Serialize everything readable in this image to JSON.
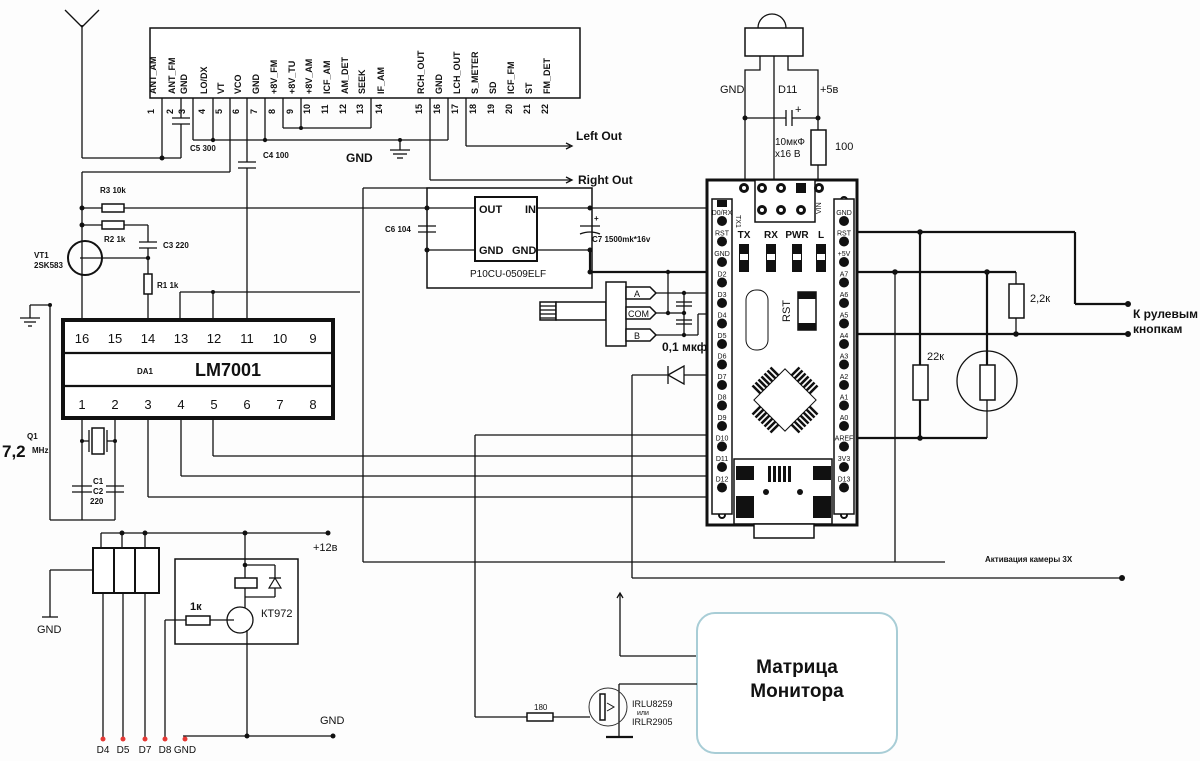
{
  "tuner_module": {
    "pins": [
      {
        "num": "1",
        "name": "ANT_AM"
      },
      {
        "num": "2",
        "name": "ANT_FM"
      },
      {
        "num": "3",
        "name": "GND"
      },
      {
        "num": "4",
        "name": "LO/DX"
      },
      {
        "num": "5",
        "name": "VT"
      },
      {
        "num": "6",
        "name": "VCO"
      },
      {
        "num": "7",
        "name": "GND"
      },
      {
        "num": "8",
        "name": "+8V_FM"
      },
      {
        "num": "9",
        "name": "+8V_TU"
      },
      {
        "num": "10",
        "name": "+8V_AM"
      },
      {
        "num": "11",
        "name": "ICF_AM"
      },
      {
        "num": "12",
        "name": "AM_DET"
      },
      {
        "num": "13",
        "name": "SEEK"
      },
      {
        "num": "14",
        "name": "IF_AM"
      },
      {
        "num": "15",
        "name": "RCH_OUT"
      },
      {
        "num": "16",
        "name": "GND"
      },
      {
        "num": "17",
        "name": "LCH_OUT"
      },
      {
        "num": "18",
        "name": "S_METER"
      },
      {
        "num": "19",
        "name": "SD"
      },
      {
        "num": "20",
        "name": "ICF_FM"
      },
      {
        "num": "21",
        "name": "ST"
      },
      {
        "num": "22",
        "name": "FM_DET"
      }
    ]
  },
  "labels": {
    "c5": "C5 300",
    "c4": "C4 100",
    "gnd_main": "GND",
    "left_out": "Left Out",
    "right_out": "Right Out",
    "r3": "R3 10k",
    "r2": "R2 1k",
    "c3": "C3 220",
    "vt1_a": "VT1",
    "vt1_b": "2SK583",
    "r1": "R1 1k",
    "c6": "C6 104",
    "c7": "C7 1500mk*16v",
    "dcdc_out": "OUT",
    "dcdc_in": "IN",
    "dcdc_gnd1": "GND",
    "dcdc_gnd2": "GND",
    "dcdc_name": "P10CU-0509ELF",
    "ir_gnd": "GND",
    "ir_d11": "D11",
    "ir_5v": "+5в",
    "ir_cap_a": "10мкФ",
    "ir_cap_b": "x16 В",
    "ir_res": "100",
    "enc_a": "A",
    "enc_com": "COM",
    "enc_b": "B",
    "enc_cap": "0,1 мкф",
    "r22k": "22к",
    "r2_2k": "2,2к",
    "steering_a": "К рулевым",
    "steering_b": "кнопкам",
    "camera": "Активация камеры 3Х",
    "q1": "Q1",
    "freq": "7,2",
    "mhz": "MHz",
    "c1": "C1",
    "c2": "C2",
    "c12val": "220",
    "v12": "+12в",
    "relay_gnd": "GND",
    "r1k": "1к",
    "kt972": "КТ972",
    "gnd_bottom": "GND",
    "monitor_a": "Матрица",
    "monitor_b": "Монитора",
    "mosfet_a": "IRLU8259",
    "mosfet_or": "или",
    "mosfet_b": "IRLR2905",
    "r180": "180"
  },
  "lm7001": {
    "name": "LM7001",
    "ref": "DA1",
    "top_pins": [
      "16",
      "15",
      "14",
      "13",
      "12",
      "11",
      "10",
      "9"
    ],
    "bottom_pins": [
      "1",
      "2",
      "3",
      "4",
      "5",
      "6",
      "7",
      "8"
    ]
  },
  "arduino": {
    "left_pins": [
      "D0/RX",
      "RST",
      "GND",
      "D2",
      "D3",
      "D4",
      "D5",
      "D6",
      "D7",
      "D8",
      "D9",
      "D10",
      "D11",
      "D12"
    ],
    "right_pins": [
      "GND",
      "RST",
      "+5V",
      "A7",
      "A6",
      "A5",
      "A4",
      "A3",
      "A2",
      "A1",
      "A0",
      "AREF",
      "3V3",
      "D13"
    ],
    "leds": [
      "TX",
      "RX",
      "PWR",
      "L"
    ],
    "rst": "RST",
    "vin": "VIN",
    "icsp": "TX1"
  },
  "bottom_terminals": [
    "D4",
    "D5",
    "D7",
    "D8",
    "GND"
  ],
  "colors": {
    "wire": "#111111",
    "terminal": "#e53935",
    "monitor_border": "#a8cdd6"
  }
}
